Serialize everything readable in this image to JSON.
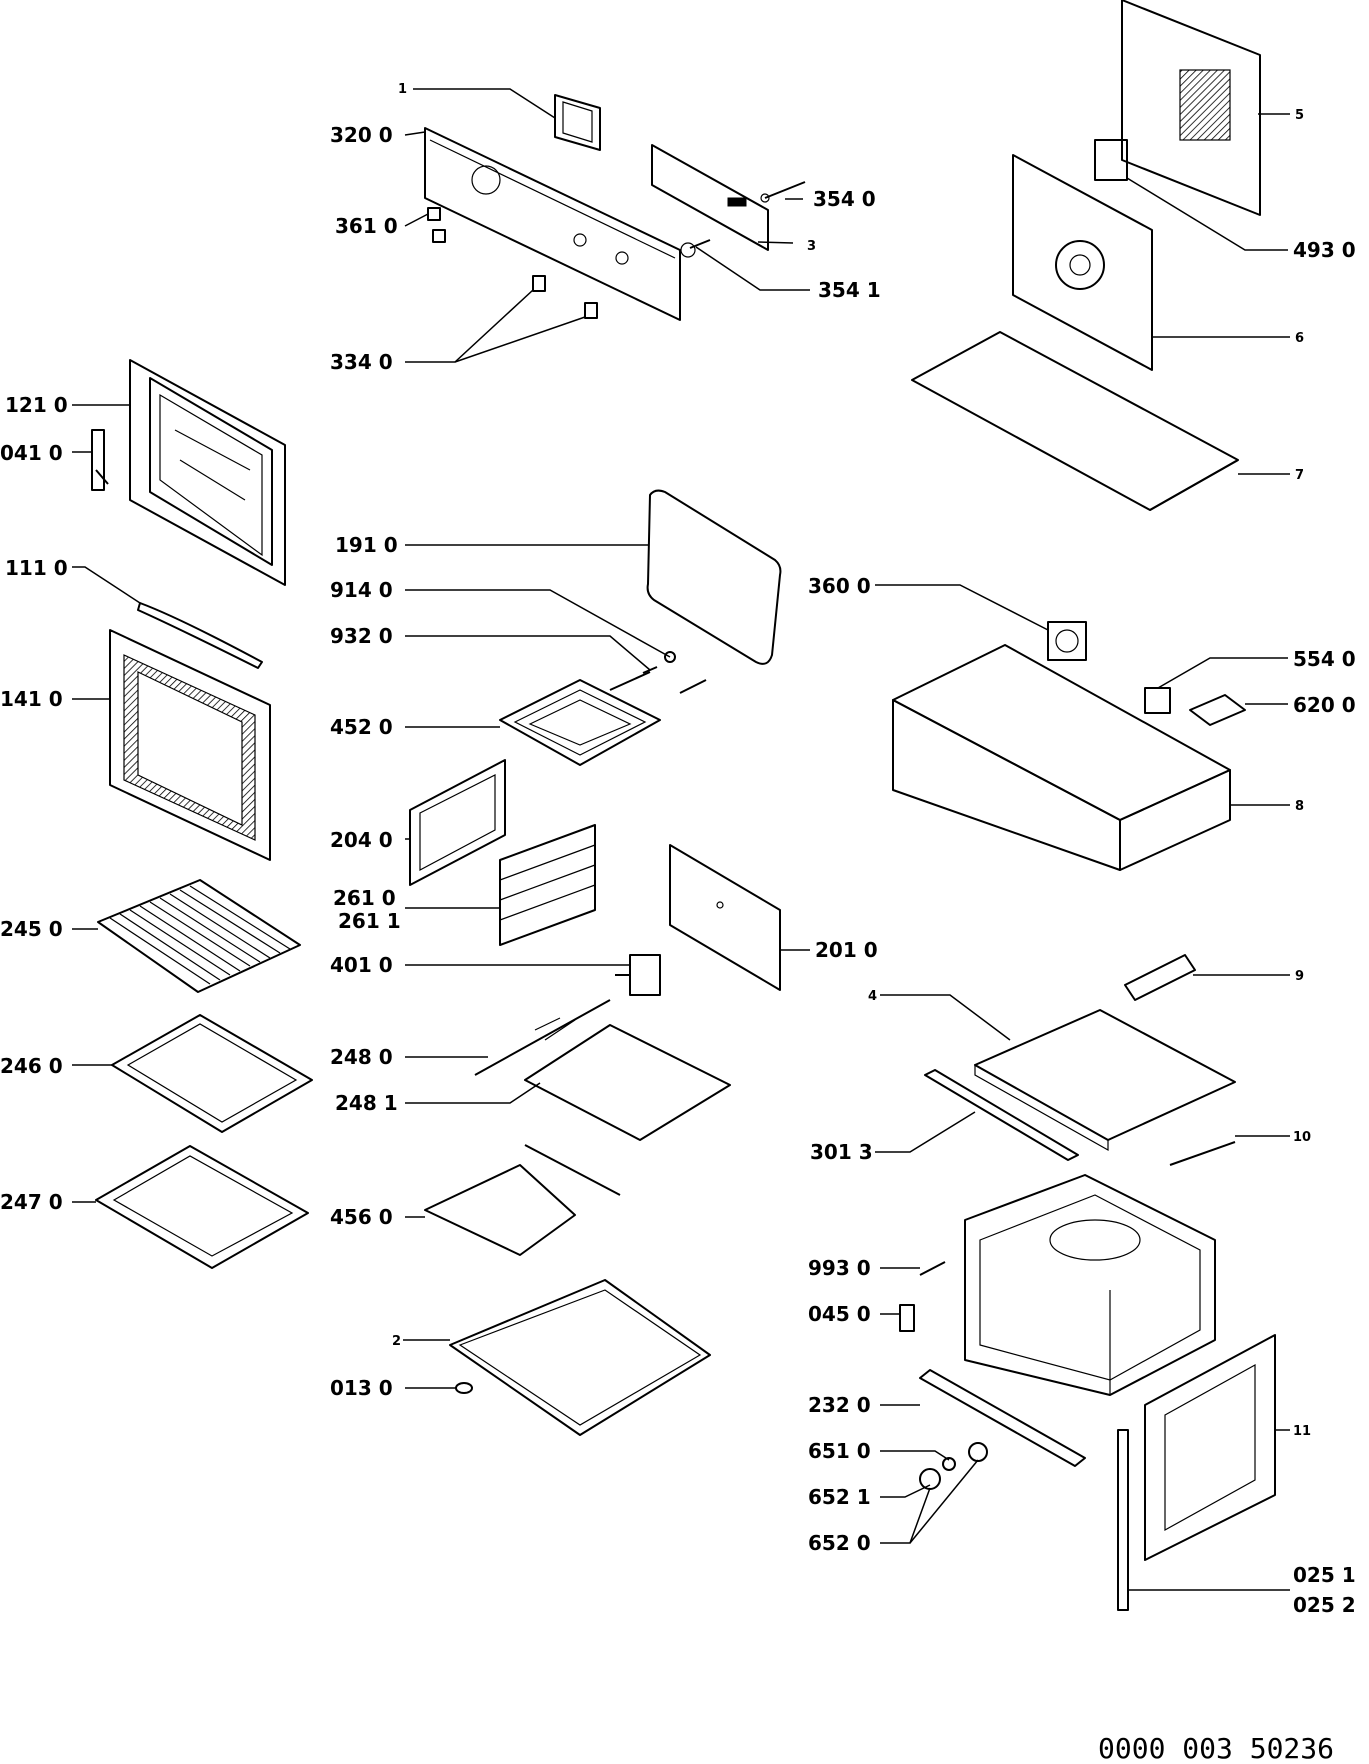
{
  "labels": {
    "l_1": "1",
    "l_320": "320  0",
    "l_361": "361  0",
    "l_334": "334  0",
    "l_3540": "354  0",
    "l_3": "3",
    "l_3541": "354  1",
    "l_5": "5",
    "l_493": "493  0",
    "l_6": "6",
    "l_7": "7",
    "l_121": "121  0",
    "l_041": "041  0",
    "l_111": "111  0",
    "l_141": "141  0",
    "l_191": "191  0",
    "l_914": "914  0",
    "l_932": "932  0",
    "l_452": "452  0",
    "l_360": "360  0",
    "l_554": "554  0",
    "l_620": "620  0",
    "l_8": "8",
    "l_204": "204  0",
    "l_2610": "261  0",
    "l_2611": "261  1",
    "l_245": "245  0",
    "l_401": "401  0",
    "l_201": "201  0",
    "l_9": "9",
    "l_246": "246  0",
    "l_2480": "248  0",
    "l_2481": "248  1",
    "l_4": "4",
    "l_301": "301  3",
    "l_10": "10",
    "l_247": "247  0",
    "l_456": "456  0",
    "l_993": "993  0",
    "l_045": "045  0",
    "l_2": "2",
    "l_013": "013  0",
    "l_232": "232  0",
    "l_11": "11",
    "l_651": "651  0",
    "l_6521": "652  1",
    "l_6520": "652  0",
    "l_0251": "025  1",
    "l_0252": "025  2"
  },
  "doc_number": "0000  003  50236"
}
